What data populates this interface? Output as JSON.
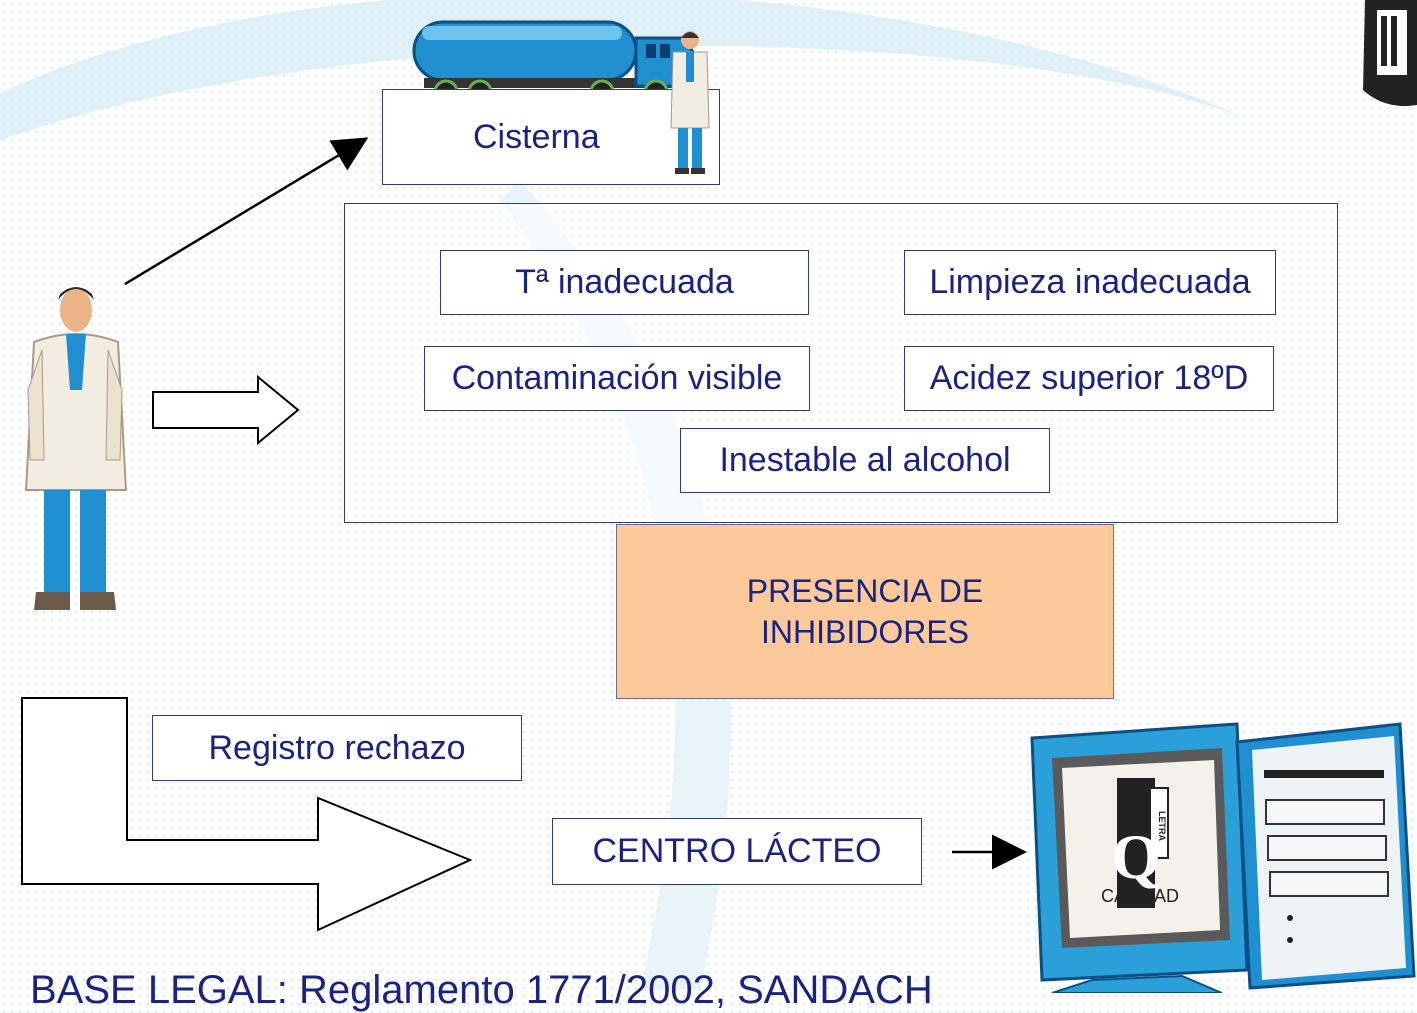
{
  "cisterna": {
    "label": "Cisterna"
  },
  "causes": {
    "temperature": "Tª inadecuada",
    "cleaning": "Limpieza inadecuada",
    "contamination": "Contaminación visible",
    "acidity": "Acidez superior 18ºD",
    "alcohol": "Inestable al alcohol"
  },
  "inhibitors": {
    "label": "PRESENCIA DE\nINHIBIDORES"
  },
  "rejection": {
    "label": "Registro rechazo"
  },
  "center": {
    "label": "CENTRO LÁCTEO"
  },
  "computer": {
    "screen_label": "CALIDAD",
    "logo_letter": "Q",
    "logo_text": "LETRA"
  },
  "footer": {
    "text": "BASE LEGAL:  Reglamento 1771/2002, SANDACH"
  },
  "colors": {
    "text": "#1a237e",
    "border": "#2e3a87",
    "highlight": "#fbc99a",
    "truck": "#2aa7e0"
  }
}
